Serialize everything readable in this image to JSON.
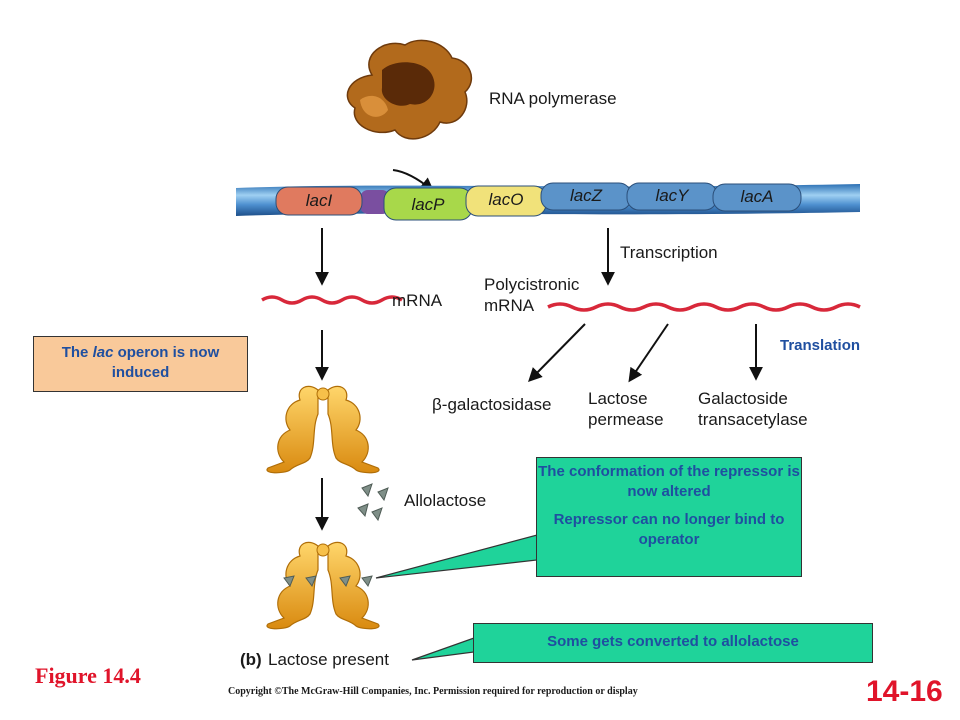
{
  "labels": {
    "rna_polymerase": "RNA polymerase",
    "transcription": "Transcription",
    "mrna": "mRNA",
    "polycistronic_line1": "Polycistronic",
    "polycistronic_line2": "mRNA",
    "translation": "Translation",
    "beta_gal": "β-galactosidase",
    "permease_line1": "Lactose",
    "permease_line2": "permease",
    "transacetylase_line1": "Galactoside",
    "transacetylase_line2": "transacetylase",
    "allolactose": "Allolactose",
    "panel_letter": "(b)",
    "lactose_present": "Lactose present"
  },
  "genes": [
    {
      "name": "lacI",
      "color": "#e07a5f"
    },
    {
      "name": "lacP",
      "color": "#a8d84a"
    },
    {
      "name": "lacO",
      "color": "#f1e27a"
    },
    {
      "name": "lacZ",
      "color": "#5b93c9"
    },
    {
      "name": "lacY",
      "color": "#5b93c9"
    },
    {
      "name": "lacA",
      "color": "#5b93c9"
    }
  ],
  "callouts": {
    "induced_pre": "The ",
    "induced_em": "lac",
    "induced_post": " operon is now induced",
    "conformation": "The conformation of the repressor is now altered",
    "no_bind": "Repressor can no longer bind to operator",
    "converted": "Some gets converted to allolactose"
  },
  "figure_title": "Figure 14.4",
  "copyright": "Copyright ©The McGraw-Hill Companies, Inc. Permission required for reproduction or display",
  "slide_number": "14-16",
  "colors": {
    "callout_orange": "#f9c99a",
    "callout_green": "#1fd39a",
    "callout_text": "#1f4fa0",
    "accent_red": "#e0142a",
    "protein_gold": "#f0a21e",
    "polymerase_brown": "#b26a1c",
    "mrna_red": "#d8283a"
  }
}
